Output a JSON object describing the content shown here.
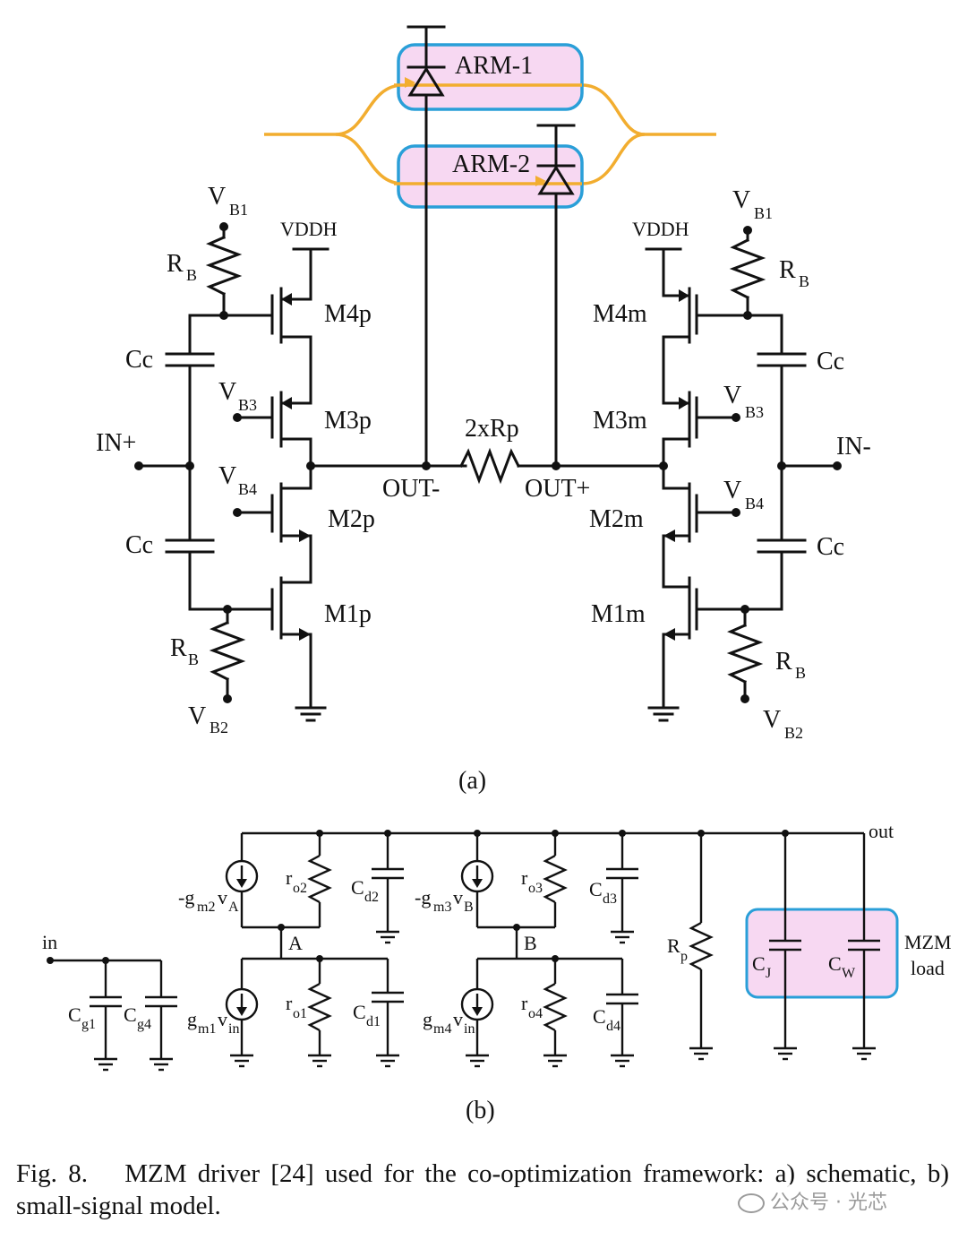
{
  "schematic": {
    "arms": {
      "arm1": "ARM-1",
      "arm2": "ARM-2"
    },
    "left": {
      "vb1": "V",
      "vb1_sub": "B1",
      "vddh": "VDDH",
      "rb_top": "R",
      "rb_top_sub": "B",
      "m4": "M4p",
      "cc_top": "Cc",
      "vb3": "V",
      "vb3_sub": "B3",
      "m3": "M3p",
      "in": "IN+",
      "vb4": "V",
      "vb4_sub": "B4",
      "m2": "M2p",
      "cc_bot": "Cc",
      "m1": "M1p",
      "rb_bot": "R",
      "rb_bot_sub": "B",
      "vb2": "V",
      "vb2_sub": "B2"
    },
    "right": {
      "vb1": "V",
      "vb1_sub": "B1",
      "vddh": "VDDH",
      "rb_top": "R",
      "rb_top_sub": "B",
      "m4": "M4m",
      "cc_top": "Cc",
      "vb3": "V",
      "vb3_sub": "B3",
      "m3": "M3m",
      "in": "IN-",
      "vb4": "V",
      "vb4_sub": "B4",
      "m2": "M2m",
      "cc_bot": "Cc",
      "m1": "M1m",
      "rb_bot": "R",
      "rb_bot_sub": "B",
      "vb2": "V",
      "vb2_sub": "B2"
    },
    "out_minus": "OUT-",
    "out_plus": "OUT+",
    "rp": "2xRp",
    "label": "(a)"
  },
  "model": {
    "out": "out",
    "in": "in",
    "node_a": "A",
    "node_b": "B",
    "gm2": "-g",
    "gm2_sub": "m2",
    "gm2_v": "v",
    "gm2_vsub": "A",
    "ro2": "r",
    "ro2_sub": "o2",
    "cd2": "C",
    "cd2_sub": "d2",
    "gm3": "-g",
    "gm3_sub": "m3",
    "gm3_v": "v",
    "gm3_vsub": "B",
    "ro3": "r",
    "ro3_sub": "o3",
    "cd3": "C",
    "cd3_sub": "d3",
    "cg1": "C",
    "cg1_sub": "g1",
    "cg4": "C",
    "cg4_sub": "g4",
    "gm1": "g",
    "gm1_sub": "m1",
    "gm1_v": "v",
    "gm1_vsub": "in",
    "ro1": "r",
    "ro1_sub": "o1",
    "cd1": "C",
    "cd1_sub": "d1",
    "gm4": "g",
    "gm4_sub": "m4",
    "gm4_v": "v",
    "gm4_vsub": "in",
    "ro4": "r",
    "ro4_sub": "o4",
    "cd4": "C",
    "cd4_sub": "d4",
    "rp": "R",
    "rp_sub": "p",
    "cj": "C",
    "cj_sub": "J",
    "cw": "C",
    "cw_sub": "W",
    "mzm_load_1": "MZM",
    "mzm_load_2": "load",
    "label": "(b)"
  },
  "caption": "Fig. 8.  MZM driver [24] used for the co-optimization framework: a) schematic, b) small-signal model.",
  "watermark": "公众号 · 光芯",
  "colors": {
    "arm_fill": "#f7d8f2",
    "arm_border": "#2a9fd8",
    "optical_path": "#f2ad2f"
  }
}
